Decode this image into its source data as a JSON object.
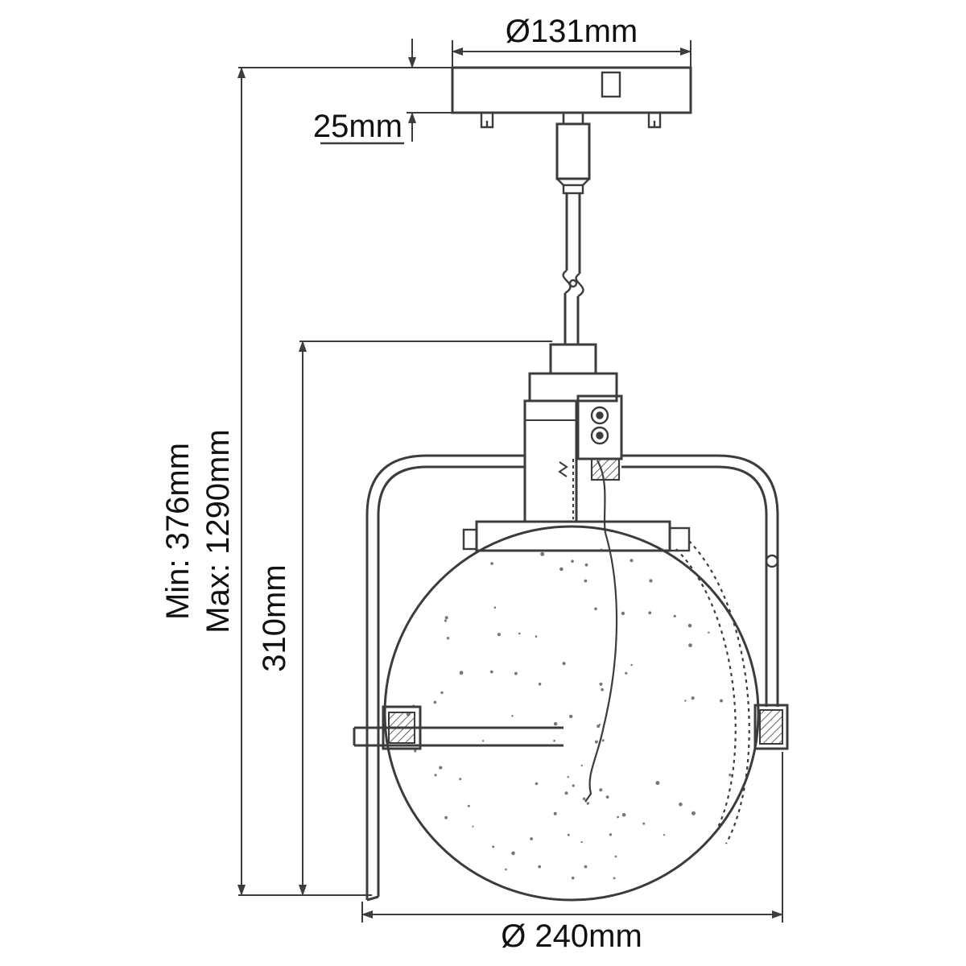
{
  "diagram": {
    "type": "technical-drawing",
    "subject": "Pendant light fixture dimension diagram",
    "labels": {
      "canopy_diameter": "Ø131mm",
      "canopy_depth": "25mm",
      "min_height": "Min: 376mm",
      "max_height": "Max: 1290mm",
      "drop_height": "310mm",
      "globe_diameter": "Ø 240mm"
    },
    "colors": {
      "line": "#3c3c3c",
      "text": "#111111",
      "background": "#ffffff"
    }
  }
}
